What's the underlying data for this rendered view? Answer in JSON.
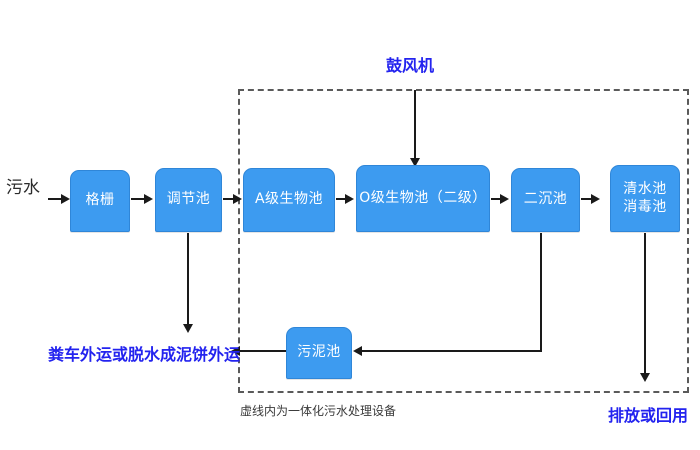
{
  "diagram": {
    "title_note": "虚线内为一体化污水处理设备",
    "accent_box_color": "#3d9bf0",
    "accent_text_color": "#2323ef",
    "line_color": "#1a1a1a"
  },
  "labels": {
    "influent": "污水",
    "blower": "鼓风机",
    "sludge_disposal": "粪车外运或脱水成泥饼外运",
    "effluent": "排放或回用"
  },
  "nodes": [
    {
      "id": "grille",
      "label": "格栅",
      "lines": [
        "格栅"
      ]
    },
    {
      "id": "regulating",
      "label": "调节池",
      "lines": [
        "调节池"
      ]
    },
    {
      "id": "a_bio",
      "label": "A级生物池",
      "lines": [
        "A级生物池"
      ]
    },
    {
      "id": "o_bio",
      "label": "O级生物池（二级）",
      "lines": [
        "O级生物池（二级）"
      ]
    },
    {
      "id": "secondary",
      "label": "二沉池",
      "lines": [
        "二沉池"
      ]
    },
    {
      "id": "clearwater",
      "label": "清水池 消毒池",
      "lines": [
        "清水池",
        "消毒池"
      ]
    },
    {
      "id": "sludge",
      "label": "污泥池",
      "lines": [
        "污泥池"
      ]
    }
  ]
}
